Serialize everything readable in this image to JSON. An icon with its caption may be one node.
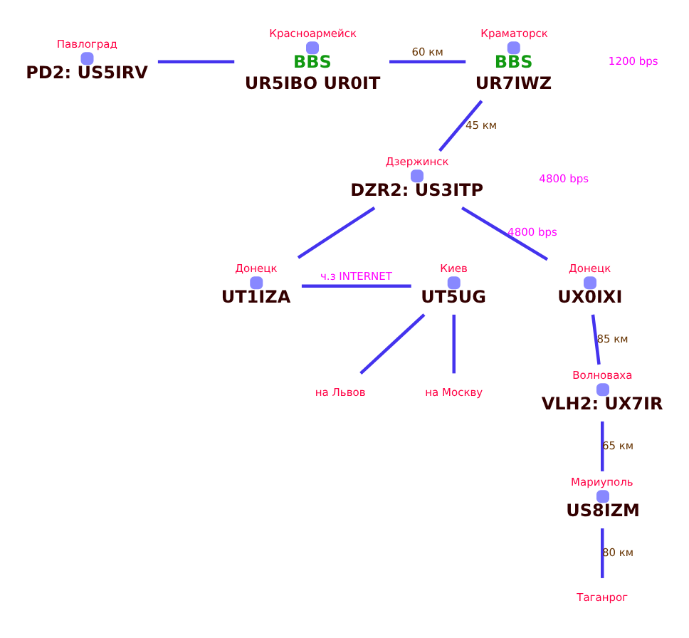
{
  "diagram": {
    "nodes": [
      {
        "text": [
          "PD2: US5IRV"
        ],
        "beside": [
          "Павлоград"
        ]
      },
      {
        "text": [
          "BBS",
          "UR5IBO UR0IT"
        ],
        "beside": [
          "Красноармейск"
        ]
      },
      {
        "text": [
          "BBS",
          "UR7IWZ"
        ],
        "beside": [
          "Краматорск"
        ]
      },
      {
        "text": [
          "DZR2: US3ITP"
        ],
        "beside": [
          "Дзержинск"
        ]
      },
      {
        "text": [
          "на Львов"
        ]
      },
      {
        "text": [
          "на Москву"
        ]
      },
      {
        "text": [
          "UT5UG"
        ],
        "beside": [
          "Киев"
        ]
      },
      {
        "text": [
          "UT1IZA"
        ],
        "beside": [
          "Донецк"
        ]
      },
      {
        "text": [
          "UX0IXI"
        ],
        "beside": [
          "Донецк"
        ]
      },
      {
        "text": [
          "VLH2: UX7IR"
        ],
        "beside": [
          "Волноваха"
        ]
      },
      {
        "text": [
          "US8IZM"
        ],
        "beside": [
          "Мариуполь"
        ]
      },
      {
        "text": [
          "Таганрог"
        ]
      }
    ],
    "edges": [
      {
        "from": 0,
        "to": 1,
        "arrow": "none"
      },
      {
        "from": 1,
        "to": 2,
        "arrow": "none",
        "label": "60 км"
      },
      {
        "from": 2,
        "to": 3,
        "arrow": "none",
        "label": "45 км"
      },
      {
        "from": 3,
        "to": 7,
        "arrow": "none"
      },
      {
        "from": 3,
        "to": 8,
        "arrow": "none",
        "label": "4800 bps"
      },
      {
        "from": 6,
        "to": 4,
        "arrow": "none"
      },
      {
        "from": 6,
        "to": 5,
        "arrow": "none"
      },
      {
        "from": 6,
        "to": 7,
        "arrow": "none",
        "label": "ч.з INTERNET"
      },
      {
        "from": 8,
        "to": 9,
        "arrow": "none",
        "label": "85 км"
      },
      {
        "from": 9,
        "to": 10,
        "arrow": "none",
        "label": "65 км"
      },
      {
        "from": 10,
        "to": 11,
        "arrow": "none",
        "label": "80 км"
      }
    ],
    "labels": [
      "1200 bps",
      "4800 bps"
    ]
  }
}
